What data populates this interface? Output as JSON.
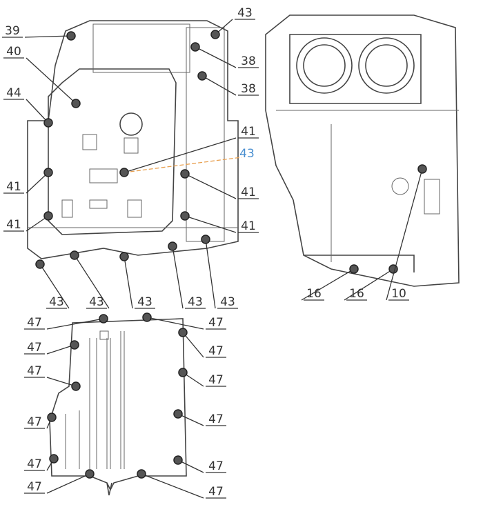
{
  "diagram": {
    "crankcase_bottom_labels": [
      "39",
      "43",
      "38",
      "38",
      "40",
      "44",
      "41",
      "43",
      "41",
      "41",
      "41",
      "41",
      "43",
      "43",
      "43",
      "43",
      "43"
    ],
    "crankcase_side_labels": [
      "16",
      "16",
      "10"
    ],
    "oil_pan_labels": [
      "47",
      "47",
      "47",
      "47",
      "47",
      "47",
      "47",
      "47",
      "47",
      "47",
      "47",
      "47"
    ],
    "colors": {
      "line": "#333333",
      "highlight": "#e8a050",
      "highlight_label": "#4a8fd0"
    }
  }
}
